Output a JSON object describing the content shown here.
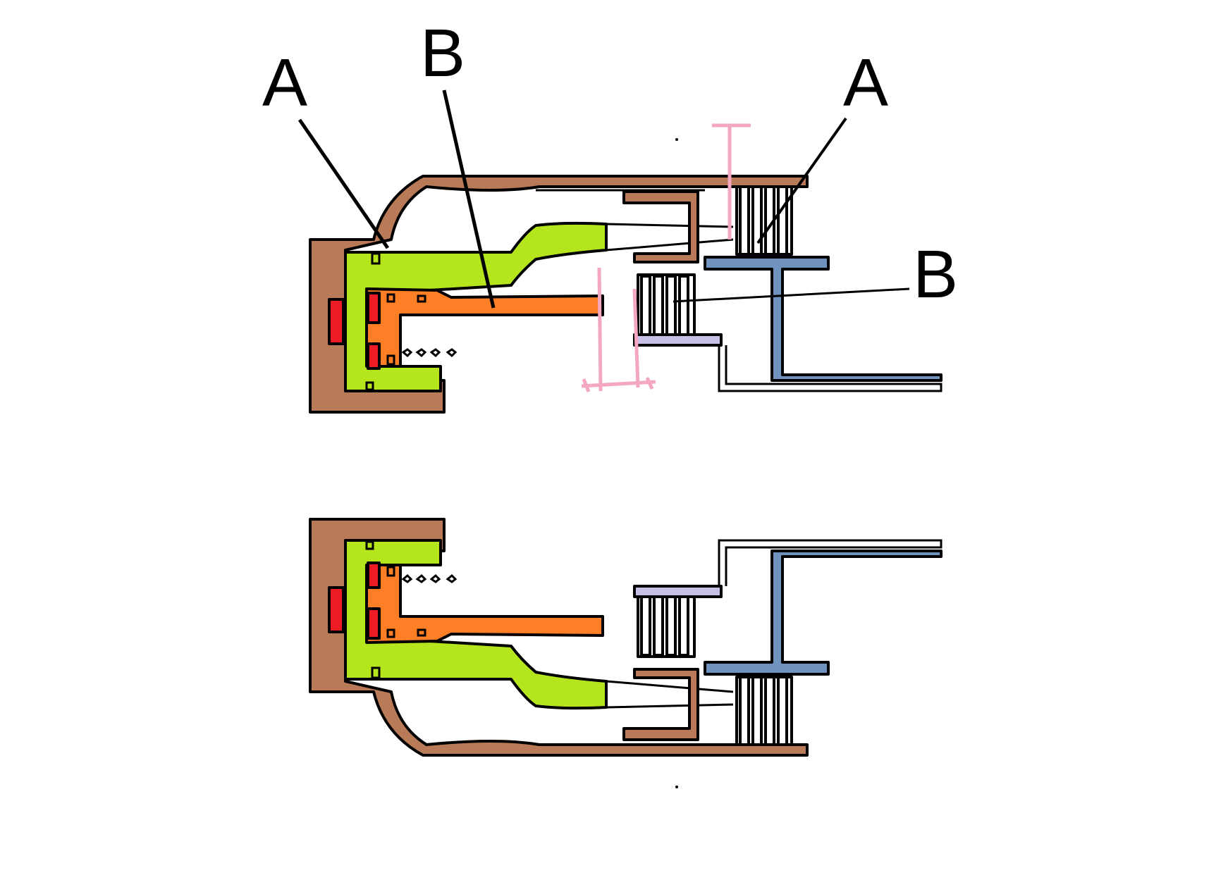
{
  "labels": {
    "top_left_a": "A",
    "top_left_b": "B",
    "top_right_a": "A",
    "right_b": "B"
  },
  "colors": {
    "housing_brown": "#b97a57",
    "piston_green": "#b5e61d",
    "inner_orange": "#ff7f27",
    "seal_red": "#ed1c24",
    "shaft_blue": "#7092be",
    "plate_lilac": "#c8bfe7",
    "marker_pink": "#f4a7c0",
    "outline": "#000000"
  }
}
